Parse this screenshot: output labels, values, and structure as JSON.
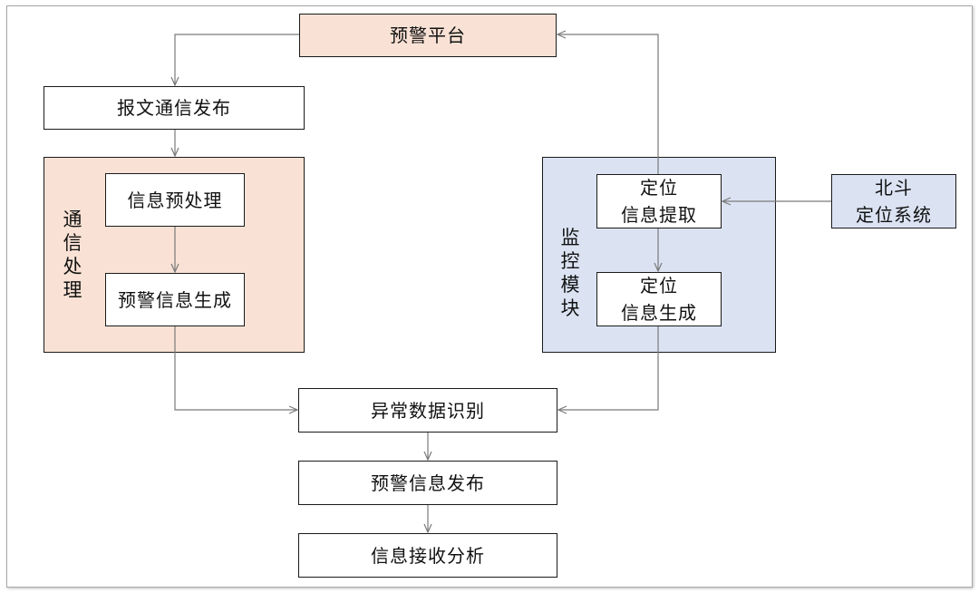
{
  "colors": {
    "peach": "#f9e2d5",
    "blue": "#dbe3f3",
    "line": "#7a7a7a",
    "border": "#1a1a1a"
  },
  "nodes": {
    "warning_platform": "预警平台",
    "message_release": "报文通信发布",
    "info_preprocess": "信息预处理",
    "warning_info_gen": "预警信息生成",
    "location_extract_l1": "定位",
    "location_extract_l2": "信息提取",
    "location_gen_l1": "定位",
    "location_gen_l2": "信息生成",
    "beidou_l1": "北斗",
    "beidou_l2": "定位系统",
    "anomaly_detect": "异常数据识别",
    "warning_release": "预警信息发布",
    "info_receive": "信息接收分析"
  },
  "groups": {
    "comm_processing": "通信处理",
    "monitor_module": "监控模块"
  }
}
